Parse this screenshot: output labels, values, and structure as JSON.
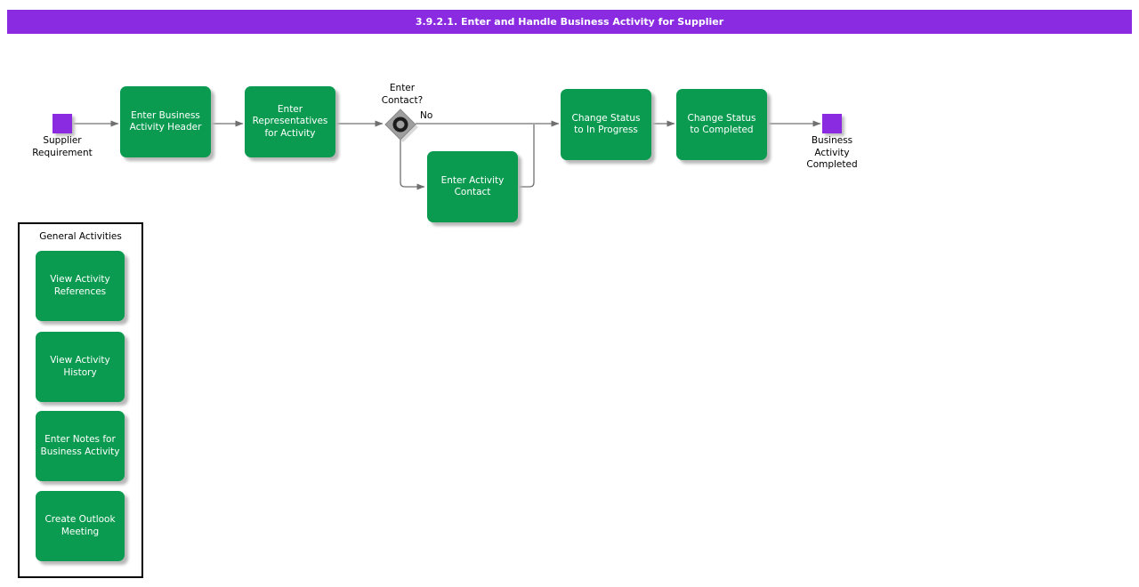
{
  "header": {
    "title": "3.9.2.1. Enter and Handle Business Activity for Supplier"
  },
  "flow": {
    "start_label": "Supplier\nRequirement",
    "steps": {
      "enter_header": "Enter Business\nActivity Header",
      "enter_representatives": "Enter\nRepresentatives\nfor Activity",
      "enter_contact": "Enter Activity\nContact",
      "change_status_in_progress": "Change Status\nto In Progress",
      "change_status_completed": "Change Status\nto Completed"
    },
    "decision": {
      "question": "Enter\nContact?",
      "no_branch": "No"
    },
    "end_label": "Business\nActivity\nCompleted"
  },
  "general_activities": {
    "title": "General Activities",
    "items": [
      {
        "label": "View Activity\nReferences"
      },
      {
        "label": "View Activity\nHistory"
      },
      {
        "label": "Enter Notes for\nBusiness Activity"
      },
      {
        "label": "Create Outlook\nMeeting"
      }
    ]
  },
  "colors": {
    "title_bar_purple": "#8a2be2",
    "event_purple": "#8a2be2",
    "activity_green": "#0a9b50",
    "connector_gray": "#707070",
    "gateway_gray": "#9e9e9e"
  }
}
